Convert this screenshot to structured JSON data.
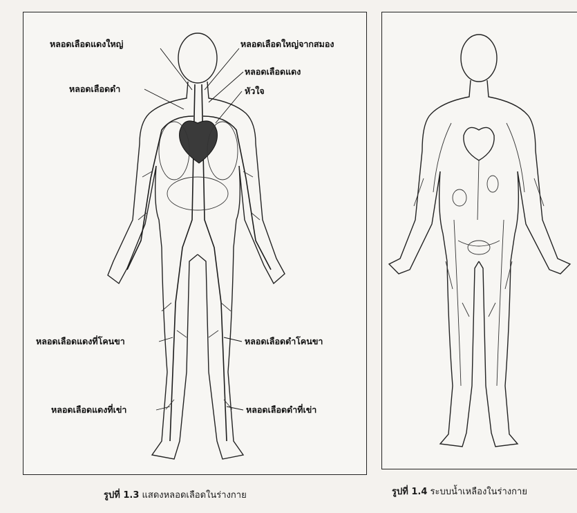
{
  "figure_left": {
    "labels": {
      "aorta": "หลอดเลือดแดงใหญ่",
      "vein": "หลอดเลือดดำ",
      "carotid": "หลอดเลือดใหญ่จากสมอง",
      "artery": "หลอดเลือดแดง",
      "heart": "หัวใจ",
      "femoral_artery": "หลอดเลือดแดงที่โคนขา",
      "femoral_vein": "หลอดเลือดดำโคนขา",
      "knee_artery": "หลอดเลือดแดงที่เข่า",
      "knee_vein": "หลอดเลือดดำที่เข่า"
    },
    "caption_num": "รูปที่ 1.3",
    "caption_text": "แสดงหลอดเลือดในร่างกาย"
  },
  "figure_right": {
    "caption_num": "รูปที่ 1.4",
    "caption_text": "ระบบน้ำเหลืองในร่างกาย"
  }
}
